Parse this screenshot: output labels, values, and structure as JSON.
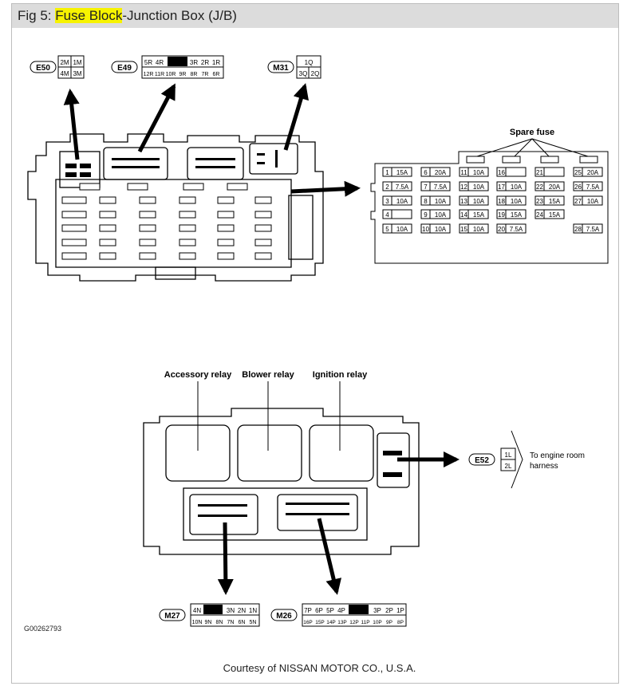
{
  "figure": {
    "title_prefix": "Fig 5: ",
    "title_highlight_1": "Fuse Block",
    "title_sep": "-",
    "title_rest": "Junction Box (J/B)",
    "highlight_color": "#f7f300",
    "courtesy": "Courtesy of NISSAN MOTOR CO., U.S.A.",
    "figure_code": "G00262793"
  },
  "connectors": {
    "e50": {
      "id": "E50",
      "row1": [
        "2M",
        "1M"
      ],
      "row2": [
        "4M",
        "3M"
      ]
    },
    "e49": {
      "id": "E49",
      "row1": [
        "5R",
        "4R",
        "",
        "3R",
        "2R",
        "1R"
      ],
      "row2": [
        "12R",
        "11R",
        "10R",
        "9R",
        "8R",
        "7R",
        "6R"
      ]
    },
    "m31": {
      "id": "M31",
      "row1": [
        "1Q"
      ],
      "row2": [
        "3Q",
        "2Q"
      ]
    },
    "e52": {
      "id": "E52",
      "pins": [
        "1L",
        "2L"
      ],
      "note_line1": "To engine room",
      "note_line2": "harness"
    },
    "m27": {
      "id": "M27",
      "row1": [
        "4N",
        "",
        "3N",
        "2N",
        "1N"
      ],
      "row2": [
        "10N",
        "9N",
        "8N",
        "7N",
        "6N",
        "5N"
      ]
    },
    "m26": {
      "id": "M26",
      "row1": [
        "7P",
        "6P",
        "5P",
        "4P",
        "",
        "3P",
        "2P",
        "1P"
      ],
      "row2": [
        "16P",
        "15P",
        "14P",
        "13P",
        "12P",
        "11P",
        "10P",
        "9P",
        "8P"
      ]
    }
  },
  "spare_fuse_label": "Spare fuse",
  "fuses": [
    {
      "num": "1",
      "amp": "15A"
    },
    {
      "num": "2",
      "amp": "7.5A"
    },
    {
      "num": "3",
      "amp": "10A"
    },
    {
      "num": "4",
      "amp": ""
    },
    {
      "num": "5",
      "amp": "10A"
    },
    {
      "num": "6",
      "amp": "20A"
    },
    {
      "num": "7",
      "amp": "7.5A"
    },
    {
      "num": "8",
      "amp": "10A"
    },
    {
      "num": "9",
      "amp": "10A"
    },
    {
      "num": "10",
      "amp": "10A"
    },
    {
      "num": "11",
      "amp": "10A"
    },
    {
      "num": "12",
      "amp": "10A"
    },
    {
      "num": "13",
      "amp": "10A"
    },
    {
      "num": "14",
      "amp": "15A"
    },
    {
      "num": "15",
      "amp": "10A"
    },
    {
      "num": "16",
      "amp": ""
    },
    {
      "num": "17",
      "amp": "10A"
    },
    {
      "num": "18",
      "amp": "10A"
    },
    {
      "num": "19",
      "amp": "15A"
    },
    {
      "num": "20",
      "amp": "7.5A"
    },
    {
      "num": "21",
      "amp": ""
    },
    {
      "num": "22",
      "amp": "20A"
    },
    {
      "num": "23",
      "amp": "15A"
    },
    {
      "num": "24",
      "amp": "15A"
    },
    {
      "num": "25",
      "amp": "20A"
    },
    {
      "num": "26",
      "amp": "7.5A"
    },
    {
      "num": "27",
      "amp": "10A"
    },
    {
      "num": "28",
      "amp": "7.5A"
    }
  ],
  "relays": {
    "accessory": "Accessory relay",
    "blower": "Blower relay",
    "ignition": "Ignition relay"
  }
}
